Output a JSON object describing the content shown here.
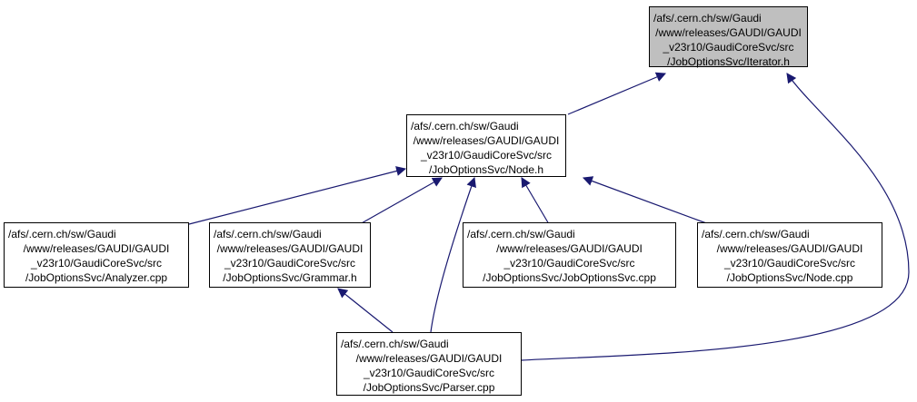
{
  "colors": {
    "edge": "#191970",
    "node_border": "#000000",
    "current_fill": "#bfbfbf",
    "node_fill": "#ffffff"
  },
  "nodes": {
    "iterator": {
      "lines": [
        "/afs/.cern.ch/sw/Gaudi",
        "/www/releases/GAUDI/GAUDI",
        "_v23r10/GaudiCoreSvc/src",
        "/JobOptionsSvc/Iterator.h"
      ]
    },
    "node_h": {
      "lines": [
        "/afs/.cern.ch/sw/Gaudi",
        "/www/releases/GAUDI/GAUDI",
        "_v23r10/GaudiCoreSvc/src",
        "/JobOptionsSvc/Node.h"
      ]
    },
    "analyzer": {
      "lines": [
        "/afs/.cern.ch/sw/Gaudi",
        "/www/releases/GAUDI/GAUDI",
        "_v23r10/GaudiCoreSvc/src",
        "/JobOptionsSvc/Analyzer.cpp"
      ]
    },
    "grammar": {
      "lines": [
        "/afs/.cern.ch/sw/Gaudi",
        "/www/releases/GAUDI/GAUDI",
        "_v23r10/GaudiCoreSvc/src",
        "/JobOptionsSvc/Grammar.h"
      ]
    },
    "jobsvc": {
      "lines": [
        "/afs/.cern.ch/sw/Gaudi",
        "/www/releases/GAUDI/GAUDI",
        "_v23r10/GaudiCoreSvc/src",
        "/JobOptionsSvc/JobOptionsSvc.cpp"
      ]
    },
    "node_cpp": {
      "lines": [
        "/afs/.cern.ch/sw/Gaudi",
        "/www/releases/GAUDI/GAUDI",
        "_v23r10/GaudiCoreSvc/src",
        "/JobOptionsSvc/Node.cpp"
      ]
    },
    "parser": {
      "lines": [
        "/afs/.cern.ch/sw/Gaudi",
        "/www/releases/GAUDI/GAUDI",
        "_v23r10/GaudiCoreSvc/src",
        "/JobOptionsSvc/Parser.cpp"
      ]
    }
  }
}
